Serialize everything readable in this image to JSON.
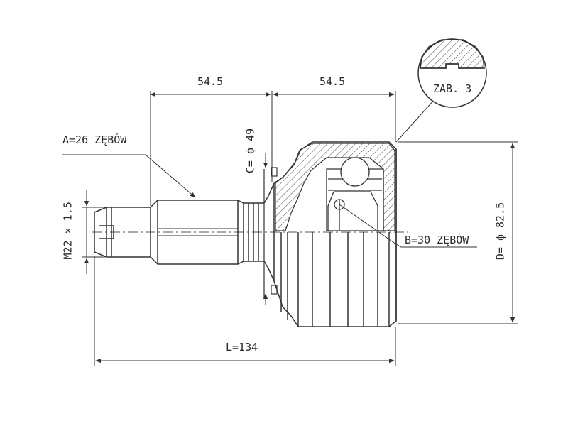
{
  "dimensions": {
    "left_length": "54.5",
    "right_length": "54.5",
    "total_length": "L=134",
    "thread": "M22 × 1.5",
    "c_diameter": "C= ϕ 49",
    "d_diameter": "D= ϕ 82.5"
  },
  "splines": {
    "a_label": "A=26 ZĘBÓW",
    "b_label": "B=30 ZĘBÓW"
  },
  "detail": {
    "label": "ZAB. 3"
  },
  "colors": {
    "line": "#333333",
    "background": "#ffffff"
  }
}
